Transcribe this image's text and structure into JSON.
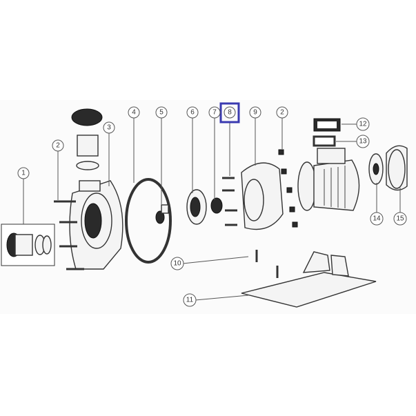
{
  "title": "Pump exploded parts diagram",
  "highlighted_part": "8",
  "highlight_color": "#3a3ab0",
  "callouts": [
    "1",
    "2",
    "3",
    "4",
    "5",
    "6",
    "7",
    "8",
    "9",
    "2",
    "12",
    "13",
    "10",
    "11",
    "14",
    "15"
  ]
}
